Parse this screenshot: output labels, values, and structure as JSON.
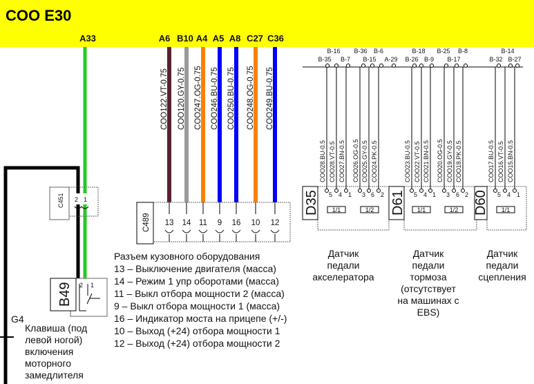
{
  "header": {
    "title": "COO  E30",
    "background": "#ffff00",
    "pins": [
      "A33",
      "A6",
      "B10",
      "A4",
      "A5",
      "A8",
      "C27",
      "C36"
    ]
  },
  "wires_mid": [
    {
      "label": "COO122.VT-0.75",
      "color": "#5a2230"
    },
    {
      "label": "COO120.GY-0.75",
      "color": "#9a9a9a"
    },
    {
      "label": "COO247.OG-0.75",
      "color": "#ff8000"
    },
    {
      "label": "COO246.BU-0.75",
      "color": "#0000ff"
    },
    {
      "label": "COO250.BU-0.75",
      "color": "#0000ff"
    },
    {
      "label": "COO248.OG-0.75",
      "color": "#ff8000"
    },
    {
      "label": "COO249.BU-0.75",
      "color": "#0000ff"
    }
  ],
  "c489": {
    "label": "C489",
    "pins": [
      "13",
      "14",
      "11",
      "9",
      "16",
      "10",
      "12"
    ]
  },
  "c451": {
    "label": "C451",
    "pins": [
      "2",
      "1"
    ]
  },
  "b49": {
    "label": "B49",
    "pins": [
      "2",
      "1"
    ]
  },
  "g4": "G4",
  "green_wire_color": "#00cc00",
  "bus_pins": [
    "B-35",
    "B-16",
    "B-7",
    "B-36",
    "B-15",
    "B-6",
    "A-29",
    "B-26",
    "B-18",
    "B-9",
    "B-25",
    "B-17",
    "B-8",
    "B-32",
    "B-14",
    "B-27"
  ],
  "sensors": [
    {
      "id": "D35",
      "wires": [
        "COO28.BU-0.5",
        "COO28.VT-0.5",
        "COO27.BN-0.5",
        "COO26.OG-0.5",
        "COO25.GY-0.5",
        "COO24.PK-0.5"
      ],
      "pins": [
        "5",
        "4",
        "1",
        "3",
        "6",
        "2"
      ],
      "subs": [
        "1/1",
        "1/2"
      ],
      "caption": [
        "Датчик",
        "педали",
        "акселератора"
      ]
    },
    {
      "id": "D61",
      "wires": [
        "COO23.BU-0.5",
        "COO22.VT-0.5",
        "COO21.BN-0.5",
        "COO20.OG-0.5",
        "COO19.GY-0.5",
        "COO18.PK-0.5"
      ],
      "pins": [
        "5",
        "4",
        "1",
        "3",
        "6",
        "2"
      ],
      "subs": [
        "1/1",
        "1/2"
      ],
      "caption": [
        "Датчик",
        "педали",
        "тормоза",
        "(отсутствует",
        "на машинах с",
        "EBS)"
      ]
    },
    {
      "id": "D60",
      "wires": [
        "COO17.BU-0.5",
        "COO16.VT-0.5",
        "COO15.BN-0.5"
      ],
      "pins": [
        "5",
        "4",
        "1"
      ],
      "subs": [
        "1/1"
      ],
      "caption": [
        "Датчик",
        "педали",
        "сцепления"
      ]
    }
  ],
  "legend": [
    "Разъем кузовного оборудования",
    "13 – Выключение двигателя (масса)",
    "14 – Режим 1 упр оборотами (масса)",
    "11 – Выкл отбора мощности 2 (масса)",
    "9 – Выкл отбора мощности 1 (масса)",
    "16 – Индикатор моста на прицепе (+/-)",
    "10 – Выход (+24) отбора мощности 1",
    "12 – Выход (+24) отбора мощности 2"
  ],
  "b49_caption": [
    "Клавиша (под",
    "левой ногой)",
    "включения",
    "моторного",
    "замедлителя"
  ]
}
